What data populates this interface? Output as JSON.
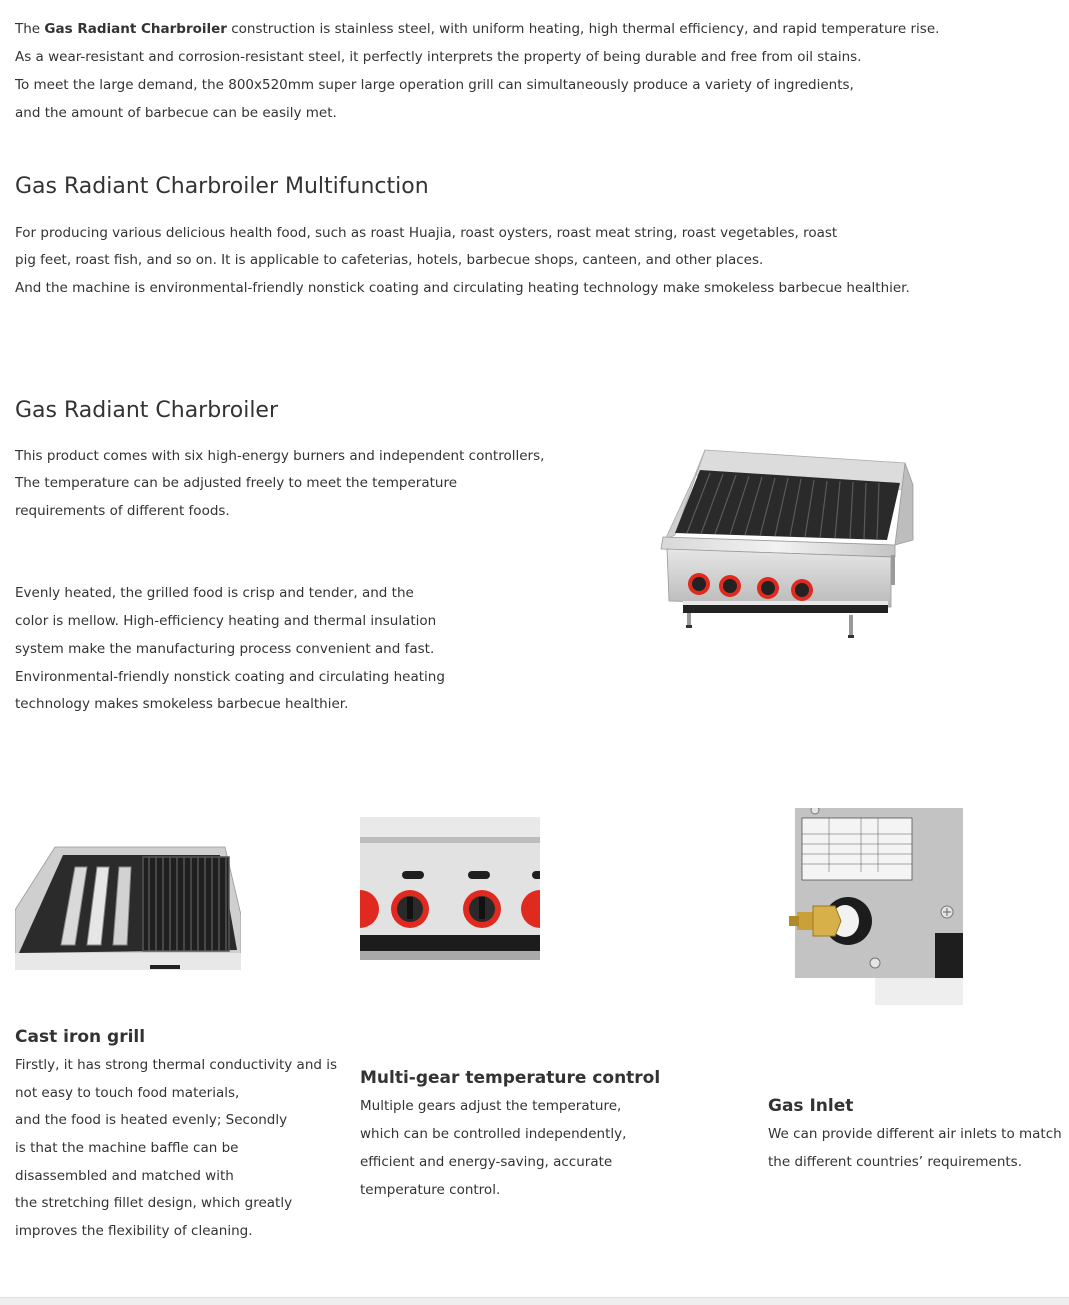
{
  "intro": {
    "line1_prefix": "The ",
    "line1_bold": "Gas Radiant Charbroiler",
    "line1_suffix": " construction is stainless steel, with uniform heating, high thermal efficiency, and rapid temperature rise.",
    "line2": "As a wear-resistant and corrosion-resistant steel, it perfectly interprets the property of being durable and free from oil stains.",
    "line3": "To meet the large demand, the 800x520mm super large operation grill can simultaneously produce a variety of ingredients,",
    "line4": "and the amount of barbecue can be easily met."
  },
  "multifunction": {
    "heading": "Gas Radiant Charbroiler Multifunction",
    "lines": [
      "For producing various delicious health food, such as roast Huajia, roast oysters, roast meat string, roast vegetables, roast",
      "pig feet, roast fish, and so on. It is applicable to cafeterias, hotels, barbecue shops, canteen, and other places.",
      "And the machine is environmental-friendly nonstick coating and circulating heating technology make smokeless barbecue healthier."
    ]
  },
  "product": {
    "heading": "Gas Radiant Charbroiler",
    "para1": [
      "This product comes with six high-energy burners and independent controllers,",
      "The temperature can be adjusted freely to meet the temperature",
      "requirements of different foods."
    ],
    "para2": [
      "Evenly heated, the grilled food is crisp and tender, and the",
      "color is mellow. High-efficiency heating and thermal insulation",
      "system make the manufacturing process convenient and fast.",
      "Environmental-friendly nonstick coating and circulating heating",
      "technology makes smokeless barbecue healthier."
    ]
  },
  "features": {
    "grill": {
      "title": "Cast iron grill",
      "lines": [
        "Firstly, it has strong thermal conductivity and is",
        "not easy to touch food materials,",
        "and the food is heated evenly; Secondly",
        "is that the machine baffle can be",
        "disassembled and matched with",
        "the stretching fillet design, which greatly",
        "improves the flexibility of cleaning."
      ]
    },
    "control": {
      "title": "Multi-gear temperature control",
      "lines": [
        "Multiple gears adjust the temperature,",
        "which can be controlled independently,",
        "efficient and energy-saving, accurate",
        "temperature control."
      ]
    },
    "inlet": {
      "title": "Gas Inlet",
      "lines": [
        "We can provide different air inlets to match",
        "the different countries’ requirements."
      ]
    }
  },
  "colors": {
    "text": "#333333",
    "steel": "#c9c9c9",
    "knob_red": "#e02a1f"
  }
}
